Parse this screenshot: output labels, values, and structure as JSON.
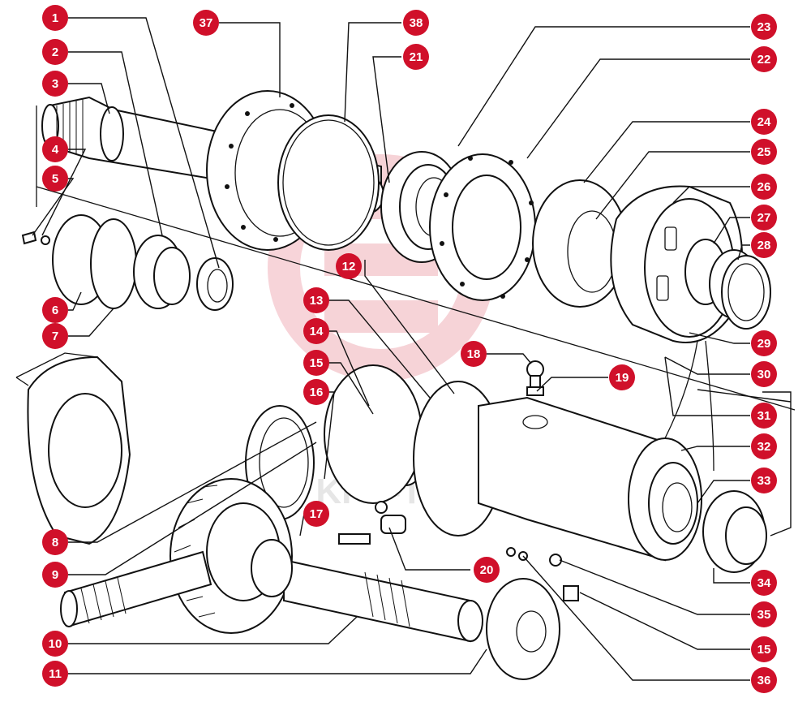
{
  "diagram": {
    "callout_color": "#d0102a",
    "watermark_text": "KPP-TX",
    "callouts": [
      {
        "id": "c1",
        "label": "1"
      },
      {
        "id": "c2",
        "label": "2"
      },
      {
        "id": "c3",
        "label": "3"
      },
      {
        "id": "c4",
        "label": "4"
      },
      {
        "id": "c5",
        "label": "5"
      },
      {
        "id": "c6",
        "label": "6"
      },
      {
        "id": "c7",
        "label": "7"
      },
      {
        "id": "c8",
        "label": "8"
      },
      {
        "id": "c9",
        "label": "9"
      },
      {
        "id": "c10",
        "label": "10"
      },
      {
        "id": "c11",
        "label": "11"
      },
      {
        "id": "c12",
        "label": "12"
      },
      {
        "id": "c13",
        "label": "13"
      },
      {
        "id": "c14",
        "label": "14"
      },
      {
        "id": "c15a",
        "label": "15"
      },
      {
        "id": "c16",
        "label": "16"
      },
      {
        "id": "c17",
        "label": "17"
      },
      {
        "id": "c18",
        "label": "18"
      },
      {
        "id": "c19",
        "label": "19"
      },
      {
        "id": "c20",
        "label": "20"
      },
      {
        "id": "c21",
        "label": "21"
      },
      {
        "id": "c22",
        "label": "22"
      },
      {
        "id": "c23",
        "label": "23"
      },
      {
        "id": "c24",
        "label": "24"
      },
      {
        "id": "c25",
        "label": "25"
      },
      {
        "id": "c26",
        "label": "26"
      },
      {
        "id": "c27",
        "label": "27"
      },
      {
        "id": "c28",
        "label": "28"
      },
      {
        "id": "c29",
        "label": "29"
      },
      {
        "id": "c30",
        "label": "30"
      },
      {
        "id": "c31",
        "label": "31"
      },
      {
        "id": "c32",
        "label": "32"
      },
      {
        "id": "c33",
        "label": "33"
      },
      {
        "id": "c34",
        "label": "34"
      },
      {
        "id": "c35",
        "label": "35"
      },
      {
        "id": "c15b",
        "label": "15"
      },
      {
        "id": "c36",
        "label": "36"
      },
      {
        "id": "c37",
        "label": "37"
      },
      {
        "id": "c38",
        "label": "38"
      }
    ]
  }
}
